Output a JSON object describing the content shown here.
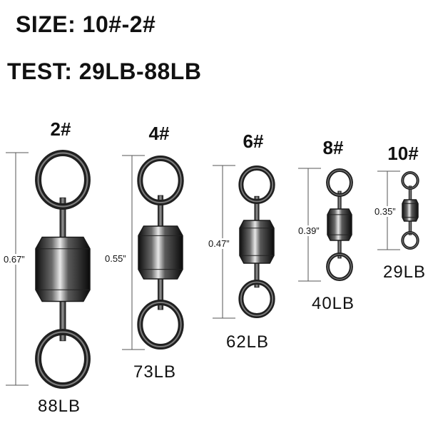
{
  "header": {
    "size_line": "SIZE: 10#-2#",
    "test_line": "TEST: 29LB-88LB"
  },
  "swivels": [
    {
      "size": "2#",
      "dimension": "0.67”",
      "test": "88LB"
    },
    {
      "size": "4#",
      "dimension": "0.55”",
      "test": "73LB"
    },
    {
      "size": "6#",
      "dimension": "0.47”",
      "test": "62LB"
    },
    {
      "size": "8#",
      "dimension": "0.39”",
      "test": "40LB"
    },
    {
      "size": "10#",
      "dimension": "0.35”",
      "test": "29LB"
    }
  ],
  "colors": {
    "metal_dark": "#1a1a1a",
    "metal_light": "#d8d8d8",
    "ring_stroke": "#202020",
    "dim_line": "#555555"
  }
}
